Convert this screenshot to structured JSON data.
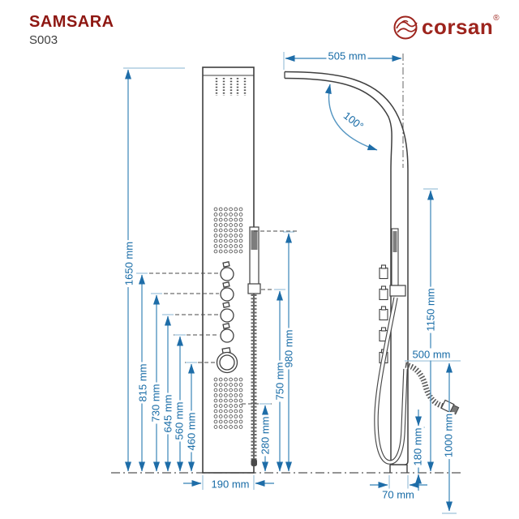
{
  "header": {
    "product_name": "SAMSARA",
    "product_code": "S003",
    "brand": "corsan",
    "registered_mark": "®"
  },
  "colors": {
    "dimension_blue": "#1e6da8",
    "dimension_line_blue": "#5596c2",
    "brand_red": "#8e1712",
    "logo_red": "#9d241d",
    "drawing_gray": "#3f3f3f"
  },
  "front_view": {
    "overall_height": "1650 mm",
    "knob1_height": "815 mm",
    "knob2_height": "730 mm",
    "knob3_height": "645 mm",
    "knob4_height": "560 mm",
    "mixer_knob_height": "460 mm",
    "lower_jet_height": "280 mm",
    "holder_height": "750 mm",
    "handshower_top_height": "980 mm",
    "panel_width": "190 mm"
  },
  "side_view": {
    "head_reach": "505 mm",
    "head_angle": "100°",
    "upper_height": "1150 mm",
    "hose_outlet_height": "500 mm",
    "hose_length": "1000 mm",
    "hose_low_clearance": "180 mm",
    "panel_depth": "70 mm"
  }
}
